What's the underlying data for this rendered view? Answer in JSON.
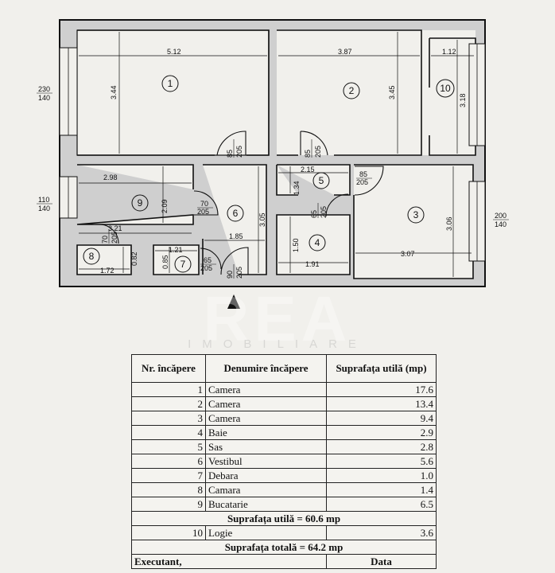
{
  "plan": {
    "north_arrow": "north-arrow",
    "rooms": [
      {
        "number": "1"
      },
      {
        "number": "2"
      },
      {
        "number": "3"
      },
      {
        "number": "4"
      },
      {
        "number": "5"
      },
      {
        "number": "6"
      },
      {
        "number": "7"
      },
      {
        "number": "8"
      },
      {
        "number": "9"
      },
      {
        "number": "10"
      }
    ],
    "dimensions": {
      "r1_width": "5.12",
      "r1_depth": "3.44",
      "r2_width": "3.87",
      "r2_depth": "3.45",
      "r10_width": "1.12",
      "r10_depth": "3.18",
      "r9_width": "2.98",
      "r9_depth": "2.09",
      "r9_width2": "3.21",
      "r5_width": "2.15",
      "r5_depth": "1.34",
      "r6_width": "1.85",
      "r6_depth": "3.05",
      "r4_width": "1.91",
      "r4_depth": "1.50",
      "r3_width": "3.07",
      "r3_depth": "3.06",
      "r8_width": "1.72",
      "r8_depth": "0.82",
      "r7_width": "1.21",
      "r7_depth": "0.85"
    },
    "openings": {
      "door_r1_w": "85",
      "door_r1_h": "205",
      "door_r2_w": "85",
      "door_r2_h": "205",
      "door_r3_w": "85",
      "door_r3_h": "205",
      "door_r9_w": "70",
      "door_r9_h": "205",
      "door_r4_w": "65",
      "door_r4_h": "205",
      "door_r8_w": "70",
      "door_r8_h": "205",
      "door_r7_w": "65",
      "door_r7_h": "205",
      "door_entry_w": "90",
      "door_entry_h": "205",
      "win_left_top_w": "230",
      "win_left_top_h": "140",
      "win_left_bottom_w": "110",
      "win_left_bottom_h": "140",
      "win_right_w": "200",
      "win_right_h": "140"
    }
  },
  "watermark": {
    "brand": "REA",
    "sub": "IMOBILIARE"
  },
  "table": {
    "headers": [
      "Nr. încăpere",
      "Denumire încăpere",
      "Suprafața utilă (mp)"
    ],
    "rows": [
      {
        "nr": "1",
        "name": "Camera",
        "area": "17.6"
      },
      {
        "nr": "2",
        "name": "Camera",
        "area": "13.4"
      },
      {
        "nr": "3",
        "name": "Camera",
        "area": "9.4"
      },
      {
        "nr": "4",
        "name": "Baie",
        "area": "2.9"
      },
      {
        "nr": "5",
        "name": "Sas",
        "area": "2.8"
      },
      {
        "nr": "6",
        "name": "Vestibul",
        "area": "5.6"
      },
      {
        "nr": "7",
        "name": "Debara",
        "area": "1.0"
      },
      {
        "nr": "8",
        "name": "Camara",
        "area": "1.4"
      },
      {
        "nr": "9",
        "name": "Bucatarie",
        "area": "6.5"
      }
    ],
    "useful_total": "Suprafața utilă = 60.6 mp",
    "loggia": {
      "nr": "10",
      "name": "Logie",
      "area": "3.6"
    },
    "grand_total": "Suprafața totală = 64.2 mp",
    "executant": "Executant,",
    "date": "Data"
  }
}
